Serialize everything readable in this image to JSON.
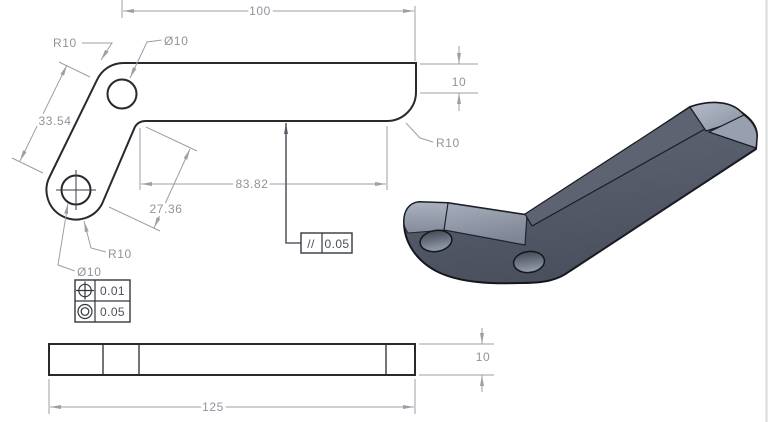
{
  "drawing": {
    "front_view": {
      "dims": {
        "overall_top": "100",
        "arm_thickness": "10",
        "corner_radius_top_left": "R10",
        "hole_top": "Ø10",
        "outer_edge": "33.54",
        "inner_edge": "27.36",
        "inner_horizontal": "83.82",
        "corner_radius_right": "R10",
        "boss_radius": "R10",
        "hole_boss": "Ø10"
      },
      "fcf_parallelism": {
        "symbol": "//",
        "value": "0.05"
      },
      "fcf_frame": {
        "position_value": "0.01",
        "concentricity_value": "0.05"
      }
    },
    "bottom_view": {
      "dims": {
        "overall_length": "125",
        "thickness": "10"
      }
    },
    "iso_view": {
      "body_color": "#565c6a",
      "highlight_color": "#9ba3b2",
      "edge_color": "#14171c"
    }
  },
  "colors": {
    "background": "#ffffff",
    "part_edge": "#26292e",
    "dimension_gray": "#9aa0a6"
  }
}
